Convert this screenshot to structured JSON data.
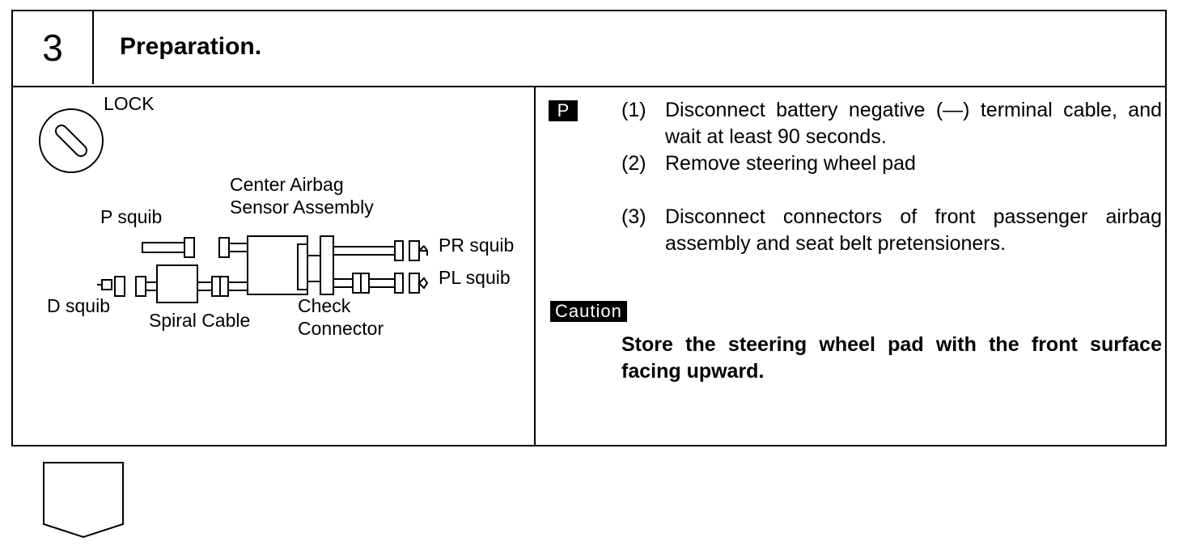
{
  "step": {
    "number": "3",
    "title": "Preparation."
  },
  "diagram": {
    "lock_label": "LOCK",
    "labels": {
      "center_airbag_line1": "Center Airbag",
      "center_airbag_line2": "Sensor Assembly",
      "p_squib": "P squib",
      "pr_squib": "PR squib",
      "pl_squib": "PL squib",
      "d_squib": "D squib",
      "spiral_cable": "Spiral Cable",
      "check_line1": "Check",
      "check_line2": "Connector"
    }
  },
  "procedure": {
    "badge": "P",
    "steps": [
      {
        "num": "(1)",
        "text": "Disconnect battery negative (—) terminal cable, and wait at least 90 seconds."
      },
      {
        "num": "(2)",
        "text": "Remove steering wheel pad"
      },
      {
        "num": "(3)",
        "text": "Disconnect connectors of front passenger airbag assembly and seat belt pretensioners."
      }
    ]
  },
  "caution": {
    "label": "Caution",
    "text": "Store the steering wheel pad with the front surface facing upward."
  }
}
